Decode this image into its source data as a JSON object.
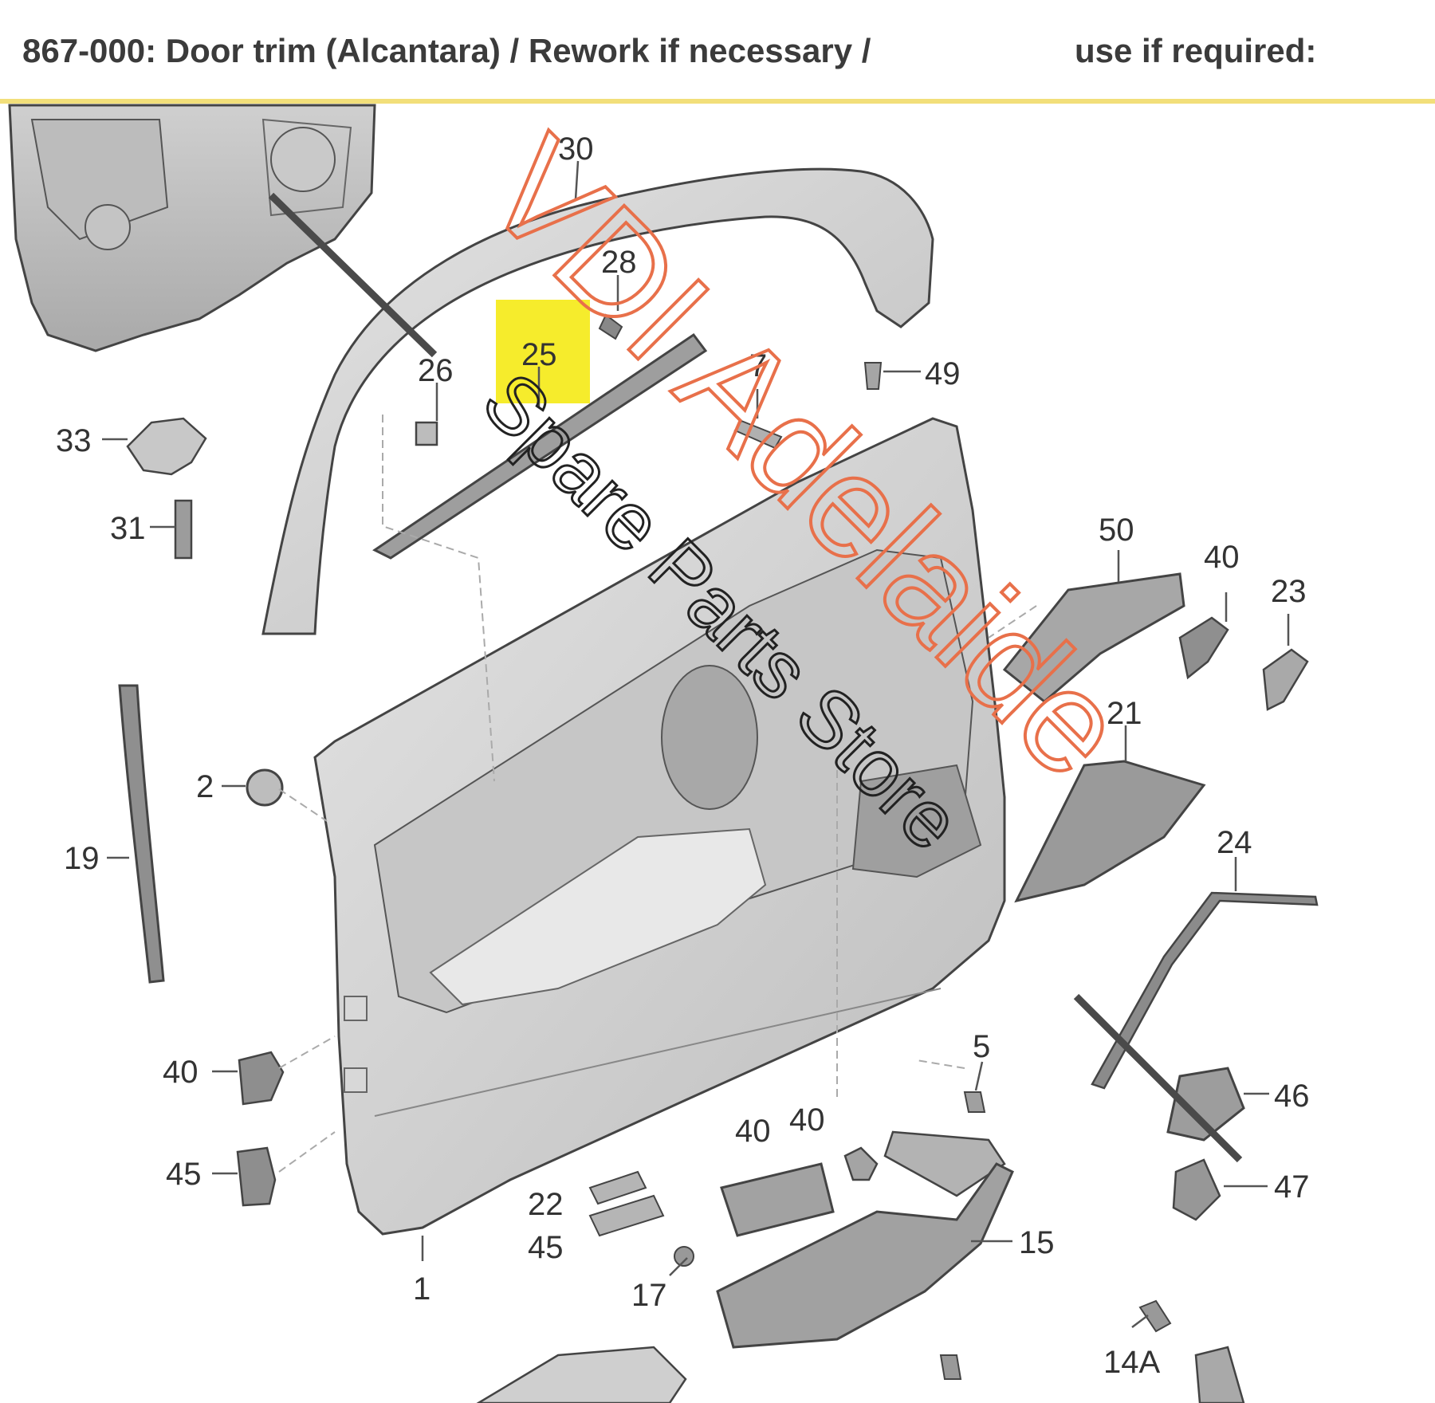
{
  "header": {
    "title": "867-000: Door trim (Alcantara) / Rework if necessary /",
    "note": "use if required:"
  },
  "colors": {
    "highlight": "#f6ec2c",
    "header_rule": "#f2df7a",
    "watermark_orange": "#e8704a",
    "part_fill": "#d2d2d2",
    "line": "#555555"
  },
  "callouts": {
    "c30": "30",
    "c28": "28",
    "c26": "26",
    "c25": "25",
    "c7": "7",
    "c49": "49",
    "c33": "33",
    "c31": "31",
    "c50": "50",
    "c40a": "40",
    "c23": "23",
    "c21": "21",
    "c24": "24",
    "c2": "2",
    "c19": "19",
    "c40b": "40",
    "c45a": "45",
    "c5": "5",
    "c46": "46",
    "c40c": "40",
    "c40d": "40",
    "c47": "47",
    "c22": "22",
    "c45b": "45",
    "c15": "15",
    "c1": "1",
    "c17": "17",
    "c14a": "14A"
  },
  "watermark": {
    "brand": "VDI Adelaide",
    "subtitle": "Spare Parts Store"
  }
}
